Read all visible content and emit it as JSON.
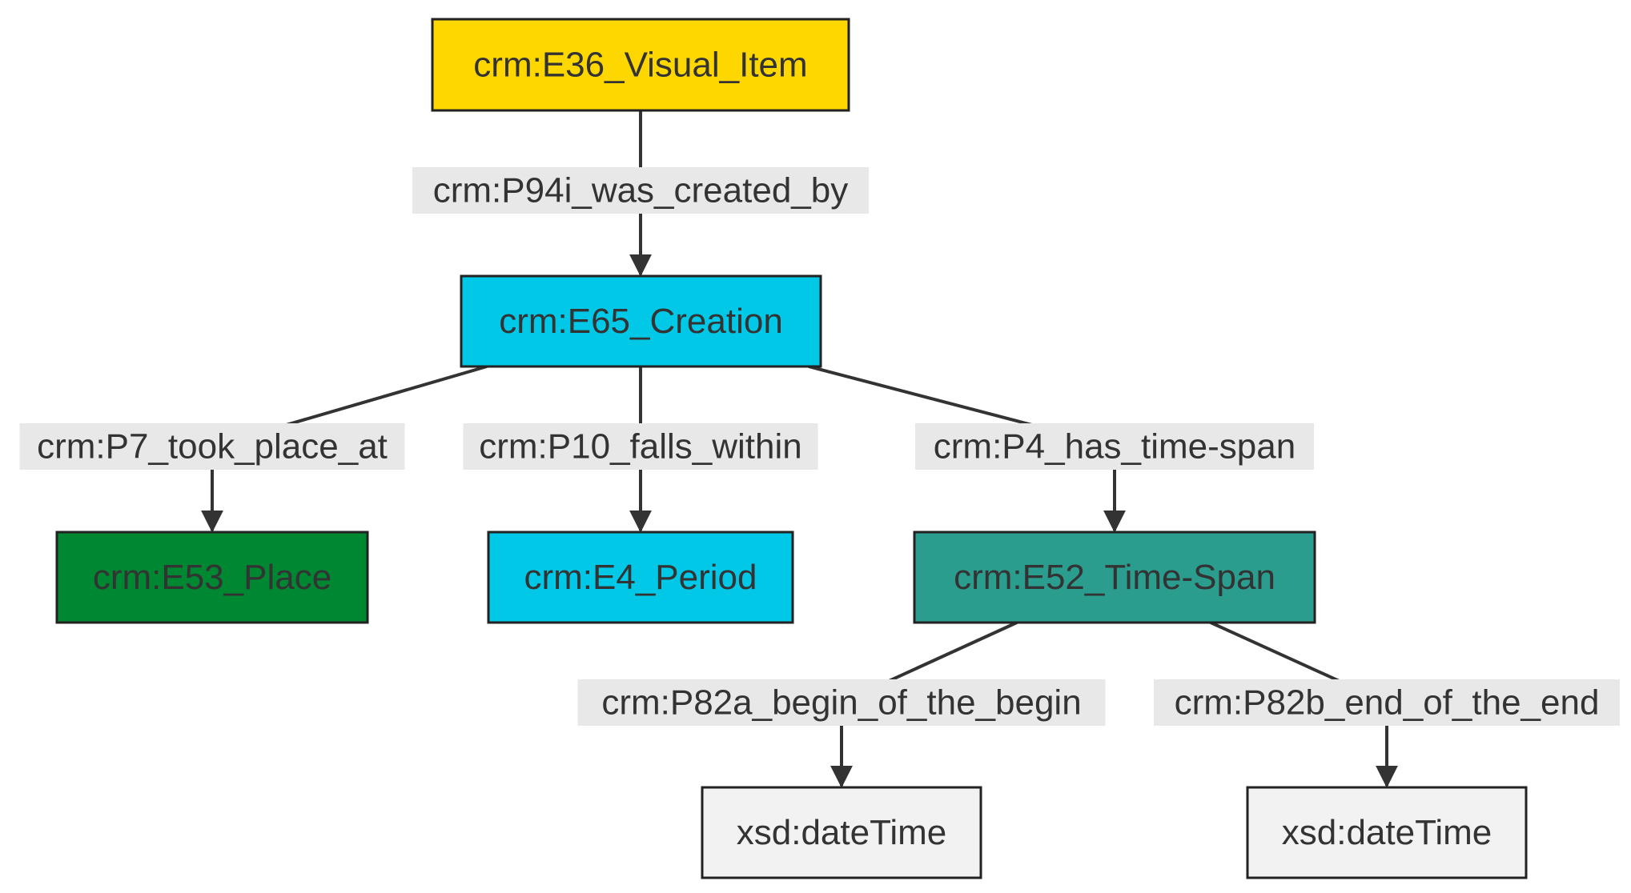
{
  "diagram": {
    "nodes": [
      {
        "id": "visual_item",
        "label": "crm:E36_Visual_Item",
        "fill": "#FFD700"
      },
      {
        "id": "creation",
        "label": "crm:E65_Creation",
        "fill": "#00C8E6"
      },
      {
        "id": "place",
        "label": "crm:E53_Place",
        "fill": "#008732"
      },
      {
        "id": "period",
        "label": "crm:E4_Period",
        "fill": "#00C8E6"
      },
      {
        "id": "time_span",
        "label": "crm:E52_Time-Span",
        "fill": "#2A9D8F"
      },
      {
        "id": "begin_datetime",
        "label": "xsd:dateTime",
        "fill": "#F2F2F2"
      },
      {
        "id": "end_datetime",
        "label": "xsd:dateTime",
        "fill": "#F2F2F2"
      }
    ],
    "edges": [
      {
        "from": "visual_item",
        "to": "creation",
        "label": "crm:P94i_was_created_by"
      },
      {
        "from": "creation",
        "to": "place",
        "label": "crm:P7_took_place_at"
      },
      {
        "from": "creation",
        "to": "period",
        "label": "crm:P10_falls_within"
      },
      {
        "from": "creation",
        "to": "time_span",
        "label": "crm:P4_has_time-span"
      },
      {
        "from": "time_span",
        "to": "begin_datetime",
        "label": "crm:P82a_begin_of_the_begin"
      },
      {
        "from": "time_span",
        "to": "end_datetime",
        "label": "crm:P82b_end_of_the_end"
      }
    ],
    "colors": {
      "edge": "#333333",
      "label_bg": "#e8e8e8",
      "text": "#333333",
      "border": "#222222"
    }
  }
}
